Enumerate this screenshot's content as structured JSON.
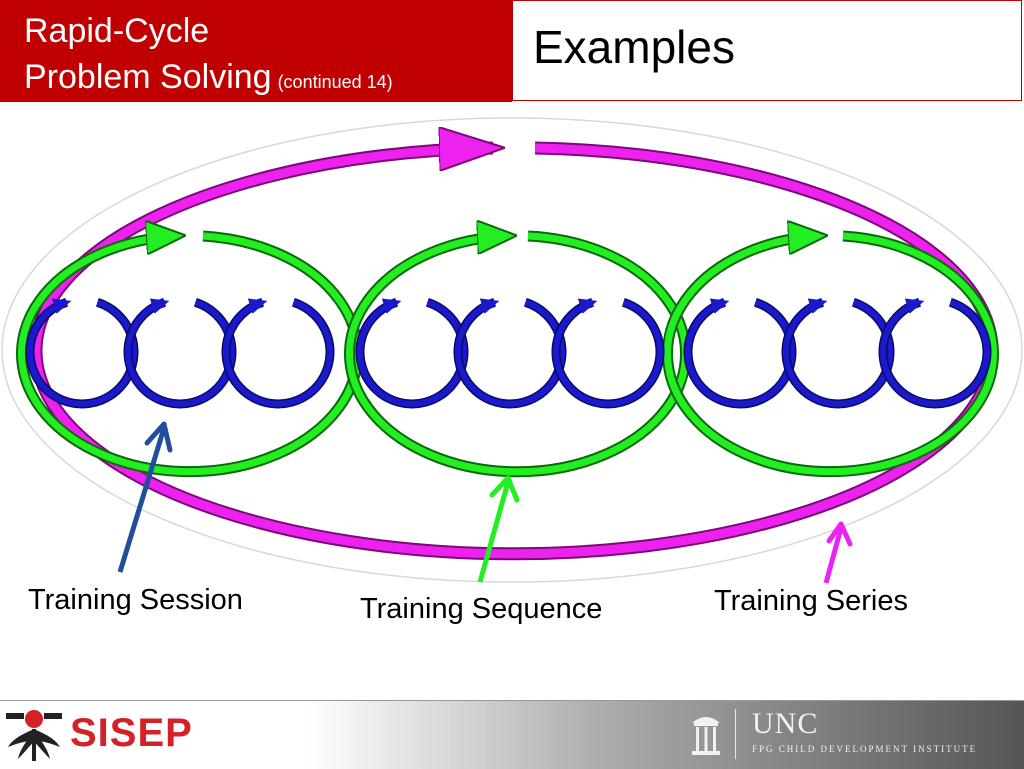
{
  "header": {
    "title_line1": "Rapid-Cycle",
    "title_line2": "Problem Solving",
    "title_suffix": "(continued 14)",
    "section_title": "Examples"
  },
  "diagram": {
    "labels": {
      "session": "Training Session",
      "sequence": "Training Sequence",
      "series": "Training Series"
    },
    "colors": {
      "session": "#1a1acc",
      "sequence": "#22ee22",
      "series": "#ee22ee",
      "session_pointer": "#1f4e9a",
      "accent_red": "#c00000"
    }
  },
  "footer": {
    "left_logo_text": "SISEP",
    "right_logo_text": "UNC",
    "right_logo_subtext": "FPG CHILD DEVELOPMENT INSTITUTE"
  }
}
